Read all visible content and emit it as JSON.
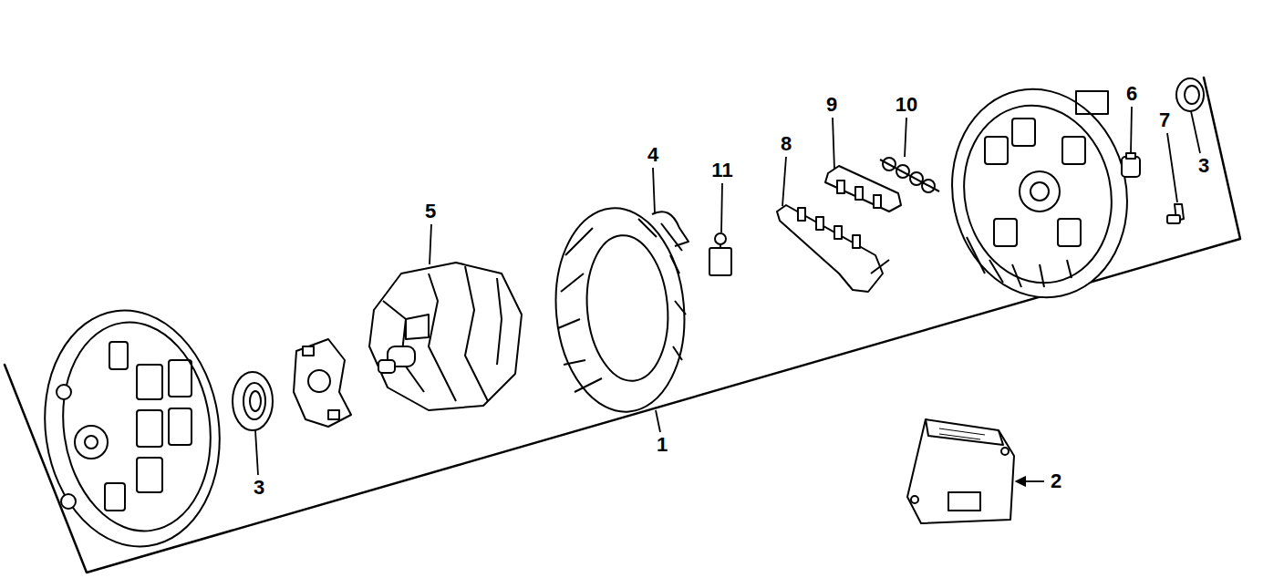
{
  "diagram": {
    "labels": [
      "5",
      "4",
      "11",
      "8",
      "9",
      "10",
      "6",
      "7",
      "3",
      "3",
      "1",
      "2"
    ]
  }
}
